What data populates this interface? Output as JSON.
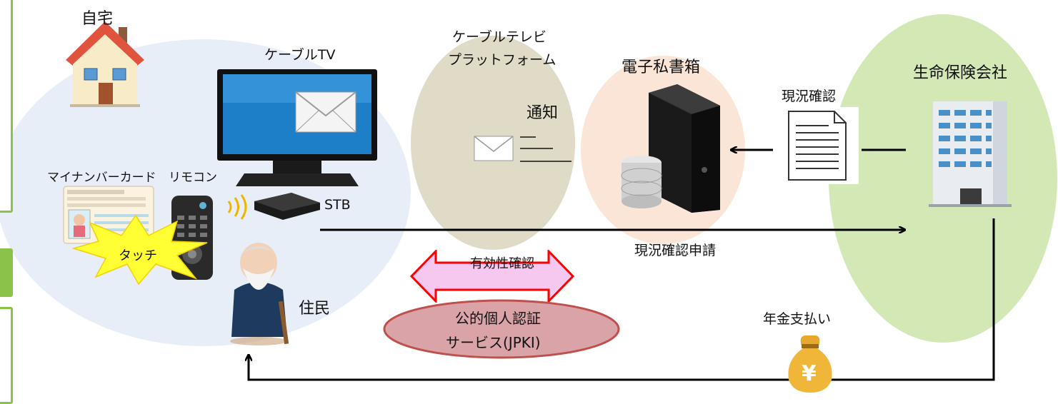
{
  "home": {
    "label": "自宅"
  },
  "tv": {
    "label": "ケーブルTV"
  },
  "stb": {
    "label": "STB"
  },
  "mynumber_card": {
    "label": "マイナンバーカード"
  },
  "remote": {
    "label": "リモコン"
  },
  "touch": {
    "label": "タッチ"
  },
  "resident": {
    "label": "住民"
  },
  "platform": {
    "label_line1": "ケーブルテレビ",
    "label_line2": "プラットフォーム",
    "notify": "通知"
  },
  "mailbox": {
    "label": "電子私書箱"
  },
  "insurer": {
    "label": "生命保険会社"
  },
  "status_check": {
    "label": "現況確認"
  },
  "status_request": {
    "label": "現況確認申請"
  },
  "validity_check": {
    "label": "有効性確認"
  },
  "jpki": {
    "label_line1": "公的個人認証",
    "label_line2": "サービス(JPKI)"
  },
  "pension": {
    "label": "年金支払い"
  },
  "yen": {
    "label": "¥"
  },
  "colors": {
    "home_zone": "#e8eef8",
    "platform_zone": "#ddd9c4",
    "mailbox_zone": "#fbe5d6",
    "insurer_zone": "#d3e8b5",
    "jpki_fill": "#d9a3a8",
    "jpki_stroke": "#c0504d",
    "validity_fill": "#f6c8f0",
    "validity_stroke": "#ff0000",
    "touch_burst": "#ffff33"
  }
}
